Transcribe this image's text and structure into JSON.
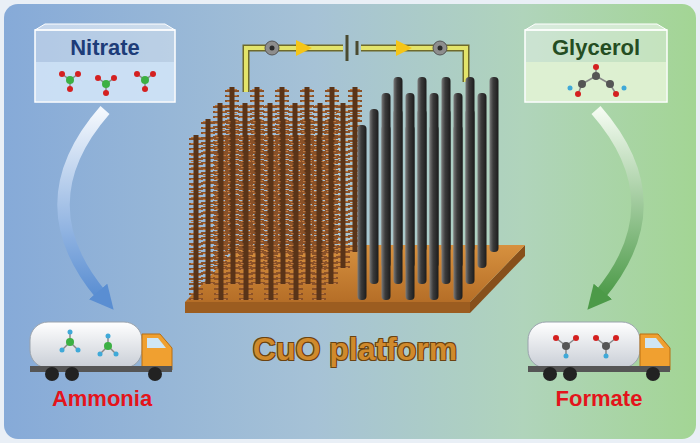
{
  "diagram": {
    "nodes": [
      {
        "text": [
          "Nitrate"
        ]
      },
      {
        "text": [
          "Glycerol"
        ]
      },
      {
        "text": [
          "CuO platform"
        ]
      },
      {
        "text": [
          "Ammonia"
        ]
      },
      {
        "text": [
          "Formate"
        ]
      }
    ],
    "edges": [
      {
        "from": 0,
        "to": 3,
        "arrow": "to"
      },
      {
        "from": 1,
        "to": 4,
        "arrow": "to"
      }
    ]
  }
}
